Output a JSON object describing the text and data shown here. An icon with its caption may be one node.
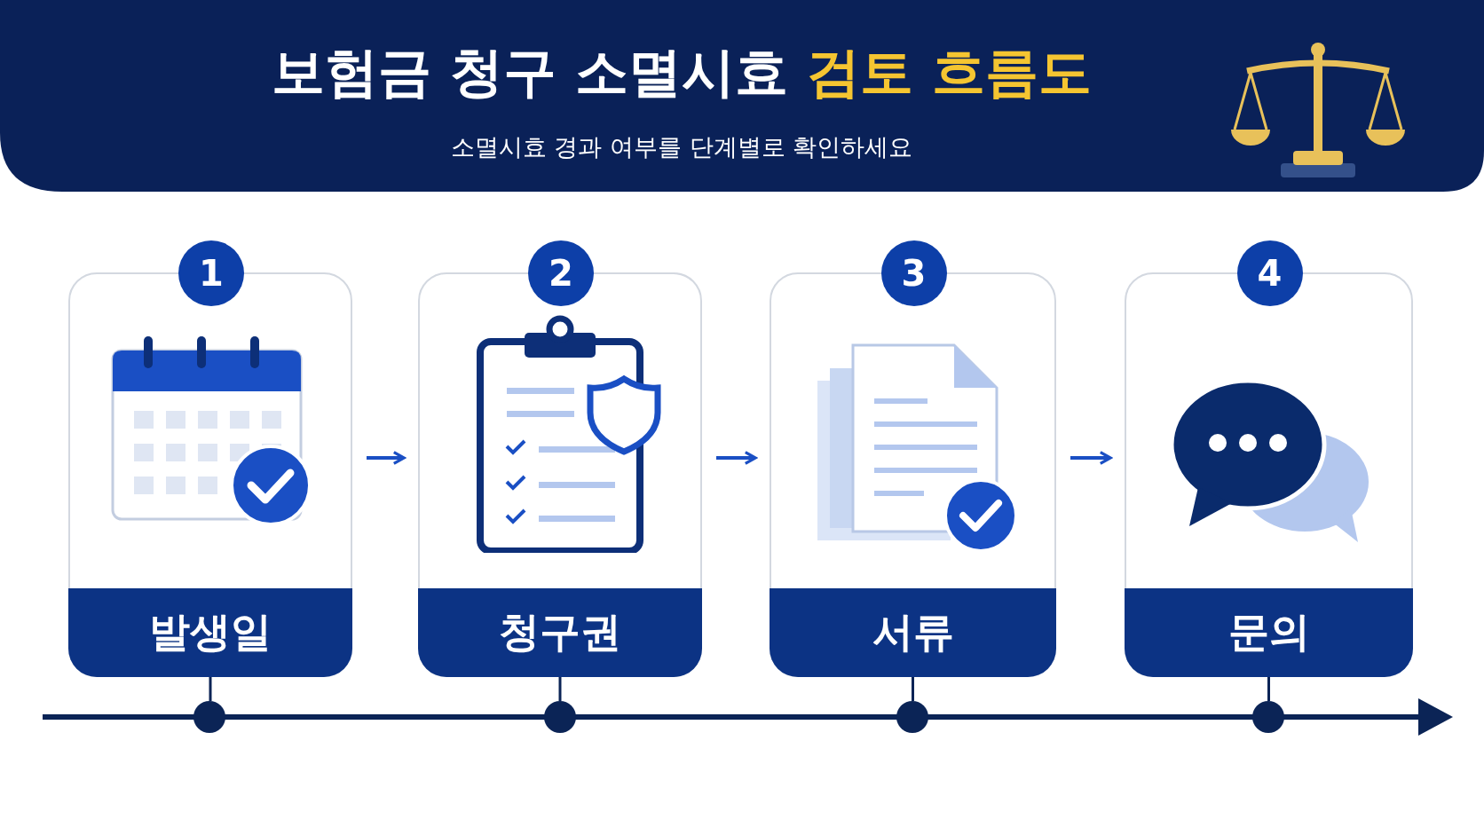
{
  "diagram": {
    "title": "보험금 청구 소멸시효 **검토 흐름도**",
    "nodes": [
      {
        "text": [
          "1",
          "발생일"
        ]
      },
      {
        "text": [
          "2",
          "청구권"
        ]
      },
      {
        "text": [
          "3",
          "서류"
        ]
      },
      {
        "text": [
          "4",
          "문의"
        ]
      },
      {
        "text": [],
        "shape": "circle"
      },
      {
        "text": [],
        "shape": "circle"
      },
      {
        "text": [],
        "shape": "circle"
      },
      {
        "text": [],
        "shape": "circle"
      }
    ],
    "edges": [
      {
        "from": 0,
        "to": 1,
        "arrow": "to",
        "color": "#1a4fc4"
      },
      {
        "from": 1,
        "to": 2,
        "arrow": "to",
        "color": "#1a4fc4"
      },
      {
        "from": 2,
        "to": 3,
        "arrow": "to",
        "color": "#1a4fc4"
      },
      {
        "from": 0,
        "to": 4,
        "arrow": "none"
      },
      {
        "from": 1,
        "to": 5,
        "arrow": "none"
      },
      {
        "from": 2,
        "to": 6,
        "arrow": "none"
      },
      {
        "from": 3,
        "to": 7,
        "arrow": "none"
      }
    ],
    "labels": [
      "소멸시효 경과 여부를 단계별로 확인하세요"
    ]
  }
}
